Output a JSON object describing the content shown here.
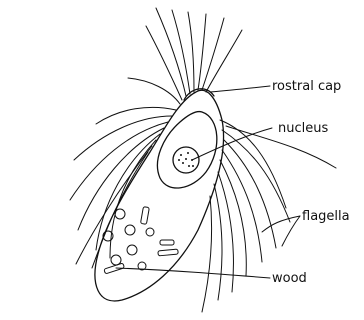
{
  "labels": {
    "rostral_cap": "rostral cap",
    "nucleus": "nucleus",
    "flagella": "flagella",
    "wood": "wood"
  }
}
